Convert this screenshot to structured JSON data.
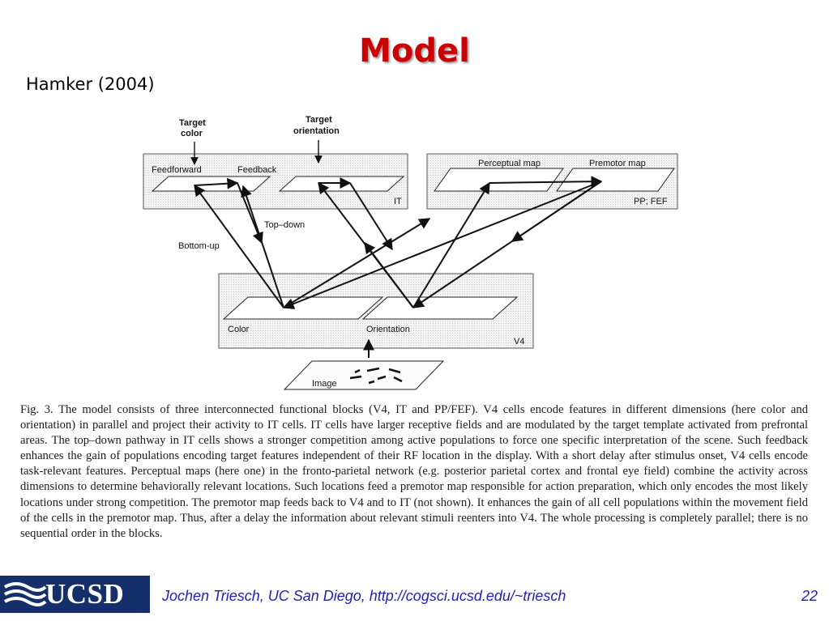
{
  "slide": {
    "title": "Model",
    "subtitle": "Hamker (2004)"
  },
  "diagram": {
    "labels": {
      "target_color_1": "Target",
      "target_color_2": "color",
      "target_orientation_1": "Target",
      "target_orientation_2": "orientation",
      "feedforward": "Feedforward",
      "feedback": "Feedback",
      "it": "IT",
      "perceptual_map": "Perceptual map",
      "premotor_map": "Premotor map",
      "pp_fef": "PP; FEF",
      "top_down": "Top–down",
      "bottom_up": "Bottom-up",
      "color": "Color",
      "orientation": "Orientation",
      "v4": "V4",
      "image": "Image"
    }
  },
  "caption": "Fig. 3. The model consists of three interconnected functional blocks (V4, IT and PP/FEF). V4 cells encode features in different dimensions (here color and orientation) in parallel and project their activity to IT cells. IT cells have larger receptive fields and are modulated by the target template activated from prefrontal areas. The top–down pathway in IT cells shows a stronger competition among active populations to force one specific interpretation of the scene. Such feedback enhances the gain of populations encoding target features independent of their RF location in the display. With a short delay after stimulus onset, V4 cells encode task-relevant features. Perceptual maps (here one) in the fronto-parietal network (e.g. posterior parietal cortex and frontal eye field) combine the activity across dimensions to determine behaviorally relevant locations. Such locations feed a premotor map responsible for action preparation, which only encodes the most likely locations under strong competition. The premotor map feeds back to V4 and to IT (not shown). It enhances the gain of all cell populations within the movement field of the cells in the premotor map. Thus, after a delay the information about relevant stimuli reenters into V4. The whole processing is completely parallel; there is no sequential order in the blocks.",
  "footer": {
    "logo_text": "UCSD",
    "text": "Jochen Triesch, UC San Diego, http://cogsci.ucsd.edu/~triesch",
    "page_number": "22"
  },
  "colors": {
    "title": "#cc0000",
    "footer_text": "#1f1fb4",
    "logo_bg": "#142f6a"
  }
}
